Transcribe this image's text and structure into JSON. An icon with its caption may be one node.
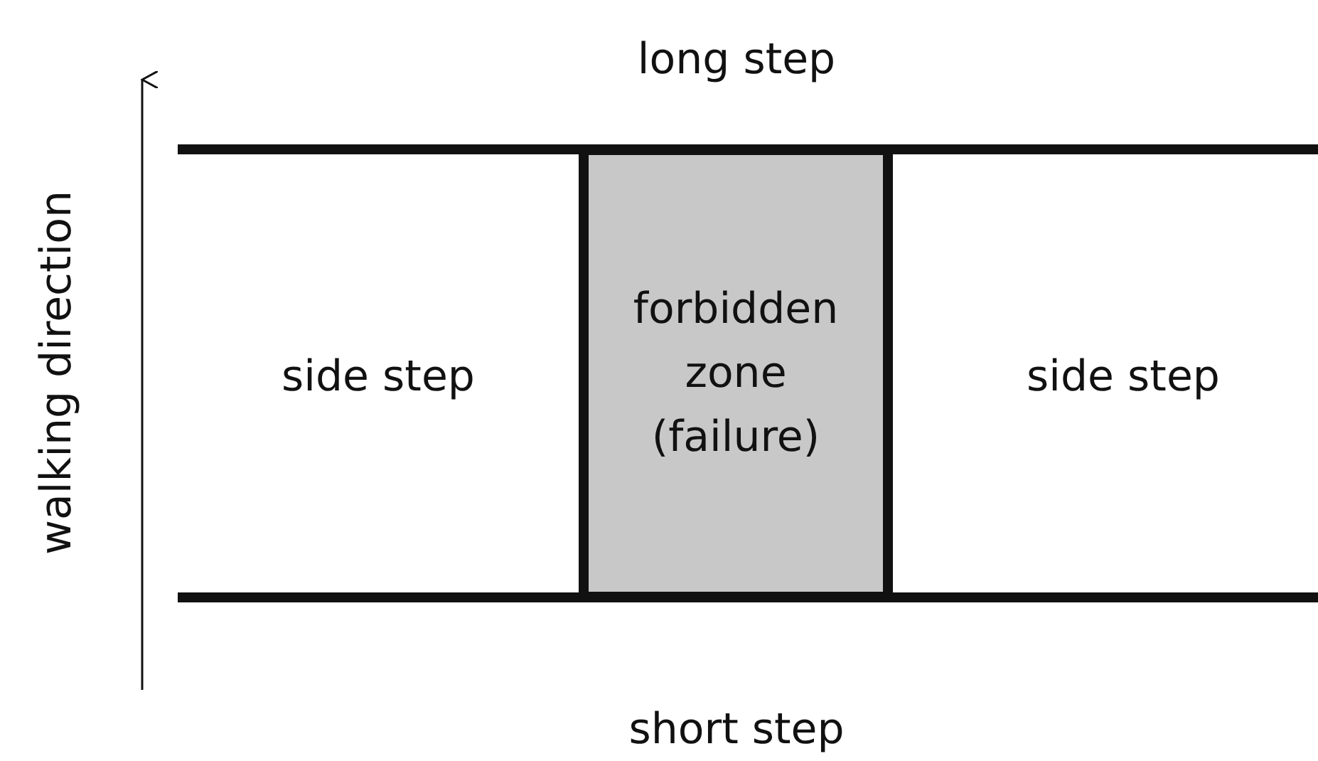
{
  "diagram": {
    "nodes": [
      {
        "text": [
          "forbidden zone (failure)"
        ]
      }
    ],
    "edges": [],
    "labels": [
      "long step",
      "walking direction",
      "side step",
      "side step",
      "short step"
    ]
  }
}
